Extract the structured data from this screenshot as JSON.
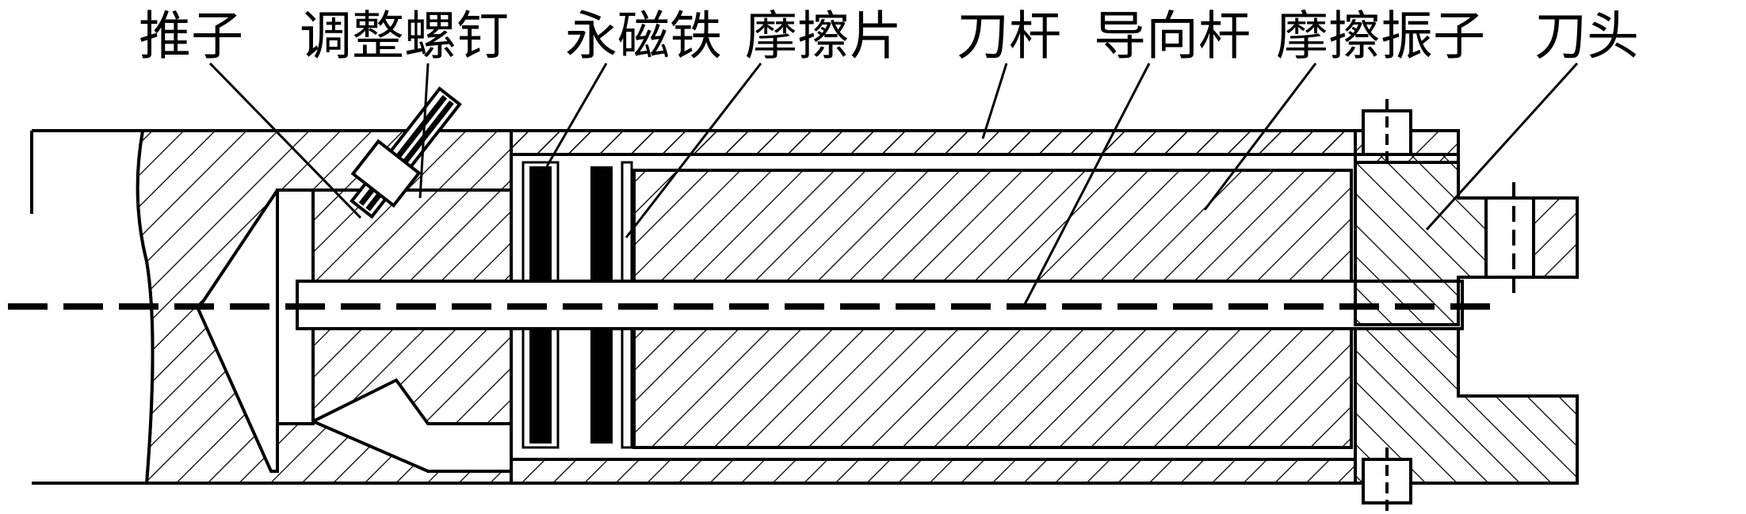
{
  "labels": {
    "pusher": "推子",
    "adjust_screw": "调整螺钉",
    "magnet": "永磁铁",
    "friction_plate": "摩擦片",
    "tool_bar": "刀杆",
    "guide_rod": "导向杆",
    "friction_vibrator": "摩擦振子",
    "tool_head": "刀头"
  },
  "colors": {
    "ink": "#000000",
    "paper": "#ffffff"
  }
}
